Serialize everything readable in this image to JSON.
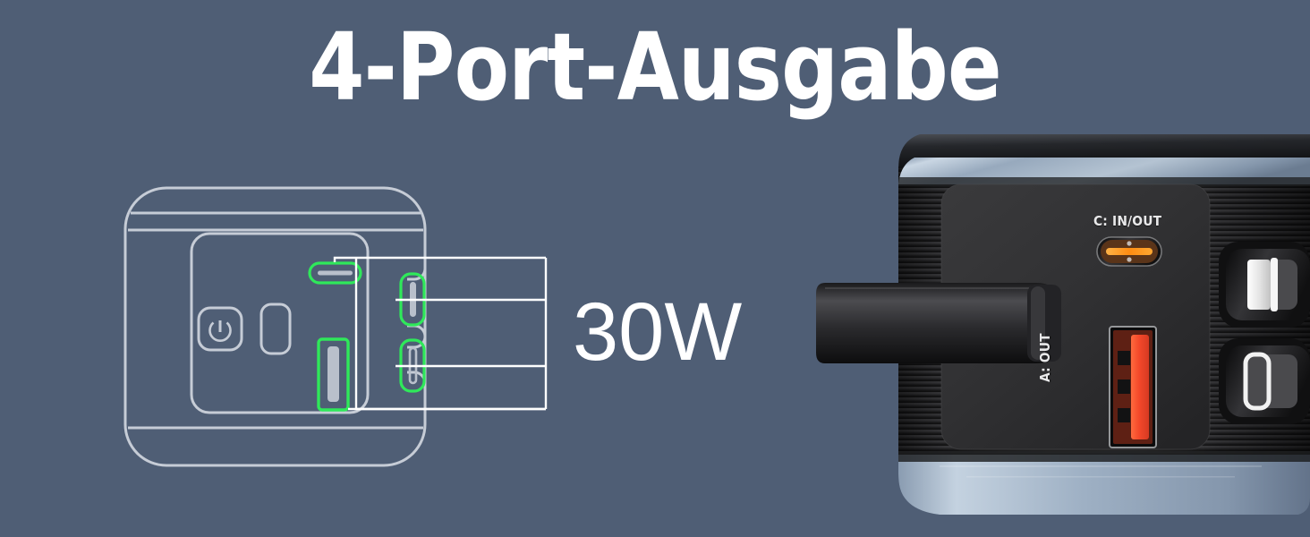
{
  "background_color": "#4f5e75",
  "headline": {
    "text": "4-Port-Ausgabe",
    "color": "#ffffff"
  },
  "diagram": {
    "name": "port-wireframe-diagram",
    "outline_color": "#c6ccd6",
    "highlight_color": "#2fe85a",
    "callout_line_color": "#ffffff",
    "device_outline_label": "power-bank-outline",
    "controls": {
      "power_button": "power-icon",
      "display_window": "display-indicator"
    },
    "highlighted_ports": [
      {
        "id": "top-usb-c",
        "type": "usb-c",
        "orientation": "horizontal"
      },
      {
        "id": "side-usb-c-upper",
        "type": "usb-c",
        "orientation": "vertical"
      },
      {
        "id": "side-usb-c-lower",
        "type": "usb-c",
        "orientation": "vertical"
      },
      {
        "id": "front-usb-a",
        "type": "usb-a",
        "orientation": "vertical"
      }
    ]
  },
  "wattage": {
    "value": "30W",
    "color": "#ffffff"
  },
  "product": {
    "name": "power-bank-photo",
    "body_color": "#2a2a2c",
    "face_color": "#303032",
    "accent_metal_color": "#9fb0c4",
    "labels": {
      "usb_c_port": "C: IN/OUT",
      "usb_a_port": "A: OUT"
    },
    "port_glow": {
      "usb_c": "#ff9a1e",
      "usb_a": "#f4512c"
    },
    "built_in_cables": [
      {
        "id": "lightning-tip",
        "tip_color": "#f2f2f2"
      },
      {
        "id": "usb-c-tip",
        "tip_color": "#f2f2f2"
      }
    ],
    "strap": "cable-strap-loop"
  }
}
